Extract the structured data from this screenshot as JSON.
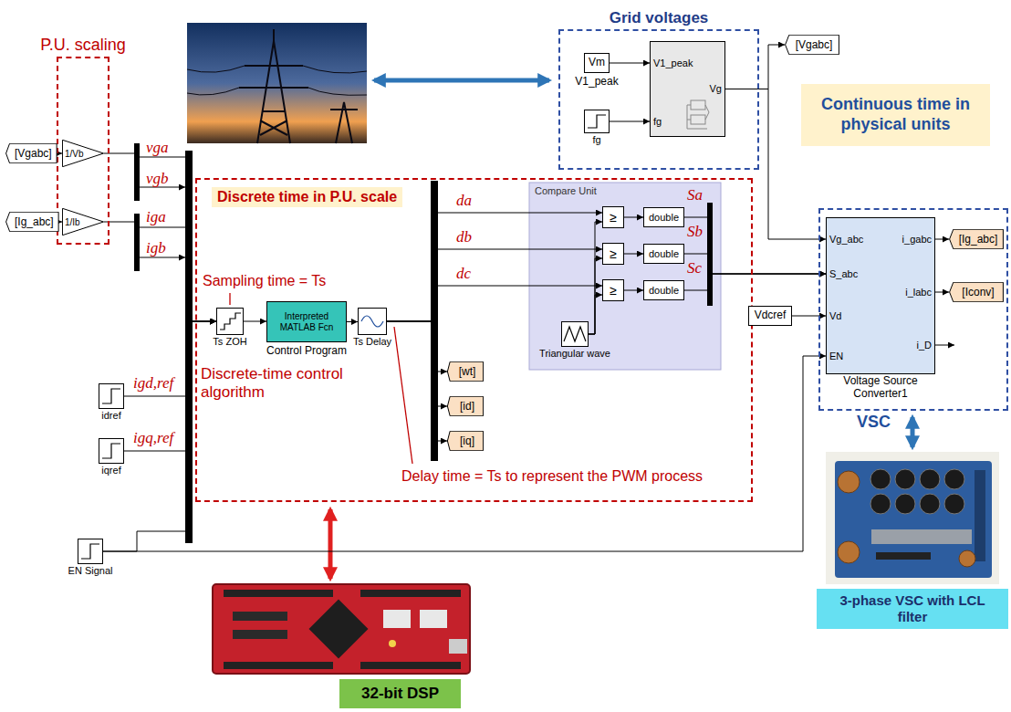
{
  "diagram": {
    "nodes": [
      {
        "text": [
          "Grid voltages"
        ]
      },
      {
        "text": [
          "Vm",
          "V1_peak"
        ],
        "in": 0
      },
      {
        "text": [
          "fg"
        ],
        "in": 0
      },
      {
        "text": [
          "V1_peak",
          "fg",
          "Vg"
        ],
        "in": 0
      },
      {
        "text": [
          "[Vgabc]"
        ]
      },
      {
        "text": [
          "Continuous time in physical units"
        ]
      },
      {
        "text": [
          "P.U. scaling"
        ]
      },
      {
        "text": [
          "[Vgabc]"
        ]
      },
      {
        "text": [
          "1/Vb"
        ],
        "in": 6
      },
      {
        "text": [
          "[Ig_abc]"
        ]
      },
      {
        "text": [
          "1/Ib"
        ],
        "in": 6
      },
      {
        "text": [
          "idref"
        ]
      },
      {
        "text": [
          "iqref"
        ]
      },
      {
        "text": [
          "EN Signal"
        ]
      },
      {
        "text": [
          "Discrete time in P.U. scale"
        ]
      },
      {
        "text": [
          "Ts ZOH"
        ],
        "in": 14
      },
      {
        "text": [
          "Interpreted MATLAB Fcn",
          "Control Program"
        ],
        "in": 14
      },
      {
        "text": [
          "Ts Delay"
        ],
        "in": 14
      },
      {
        "text": [
          "[wt]"
        ],
        "in": 14
      },
      {
        "text": [
          "[id]"
        ],
        "in": 14
      },
      {
        "text": [
          "[iq]"
        ],
        "in": 14
      },
      {
        "text": [
          "Compare Unit"
        ],
        "in": 14
      },
      {
        "text": [
          "≥"
        ],
        "in": 21
      },
      {
        "text": [
          "double"
        ],
        "in": 21
      },
      {
        "text": [
          "≥"
        ],
        "in": 21
      },
      {
        "text": [
          "double"
        ],
        "in": 21
      },
      {
        "text": [
          "≥"
        ],
        "in": 21
      },
      {
        "text": [
          "double"
        ],
        "in": 21
      },
      {
        "text": [
          "Triangular wave"
        ],
        "in": 21
      },
      {
        "text": [
          "VSC"
        ]
      },
      {
        "text": [
          "Vg_abc",
          "S_abc",
          "Vd",
          "EN",
          "i_gabc",
          "i_labc",
          "i_D",
          "Voltage Source Converter1"
        ],
        "in": 29
      },
      {
        "text": [
          "Vdcref"
        ]
      },
      {
        "text": [
          "[Ig_abc]"
        ],
        "in": 29
      },
      {
        "text": [
          "[Iconv]"
        ],
        "in": 29
      },
      {
        "text": [
          "3-phase VSC with LCL filter"
        ]
      },
      {
        "text": [
          "32-bit DSP"
        ]
      }
    ],
    "edges": [
      {
        "from": 1,
        "to": 3,
        "arrow": "to"
      },
      {
        "from": 2,
        "to": 3,
        "arrow": "to"
      },
      {
        "from": 3,
        "to": 4,
        "arrow": "to"
      },
      {
        "from": 3,
        "to": 30,
        "arrow": "to"
      },
      {
        "from": 7,
        "to": 8,
        "arrow": "to"
      },
      {
        "from": 9,
        "to": 10,
        "arrow": "to"
      },
      {
        "from": 8,
        "to": 15,
        "arrow": "to"
      },
      {
        "from": 10,
        "to": 15,
        "arrow": "to"
      },
      {
        "from": 11,
        "to": 15,
        "arrow": "to"
      },
      {
        "from": 12,
        "to": 15,
        "arrow": "to"
      },
      {
        "from": 13,
        "to": 15,
        "arrow": "to"
      },
      {
        "from": 13,
        "to": 30,
        "arrow": "to"
      },
      {
        "from": 15,
        "to": 16,
        "arrow": "to"
      },
      {
        "from": 16,
        "to": 17,
        "arrow": "to"
      },
      {
        "from": 17,
        "to": 22,
        "arrow": "to"
      },
      {
        "from": 17,
        "to": 24,
        "arrow": "to"
      },
      {
        "from": 17,
        "to": 26,
        "arrow": "to"
      },
      {
        "from": 17,
        "to": 18,
        "arrow": "to"
      },
      {
        "from": 17,
        "to": 19,
        "arrow": "to"
      },
      {
        "from": 17,
        "to": 20,
        "arrow": "to"
      },
      {
        "from": 28,
        "to": 22,
        "arrow": "to"
      },
      {
        "from": 28,
        "to": 24,
        "arrow": "to"
      },
      {
        "from": 28,
        "to": 26,
        "arrow": "to"
      },
      {
        "from": 22,
        "to": 23,
        "arrow": "to"
      },
      {
        "from": 24,
        "to": 25,
        "arrow": "to"
      },
      {
        "from": 26,
        "to": 27,
        "arrow": "to"
      },
      {
        "from": 23,
        "to": 30,
        "arrow": "to"
      },
      {
        "from": 25,
        "to": 30,
        "arrow": "to"
      },
      {
        "from": 27,
        "to": 30,
        "arrow": "to"
      },
      {
        "from": 31,
        "to": 30,
        "arrow": "to"
      },
      {
        "from": 30,
        "to": 32,
        "arrow": "to"
      },
      {
        "from": 30,
        "to": 33,
        "arrow": "to"
      }
    ],
    "labels": [
      "vga",
      "vgb",
      "iga",
      "igb",
      "igd,ref",
      "igq,ref",
      "Sampling time = Ts",
      "Discrete-time control algorithm",
      "Delay time = Ts to represent the PWM process",
      "da",
      "db",
      "dc",
      "Sa",
      "Sb",
      "Sc"
    ]
  }
}
